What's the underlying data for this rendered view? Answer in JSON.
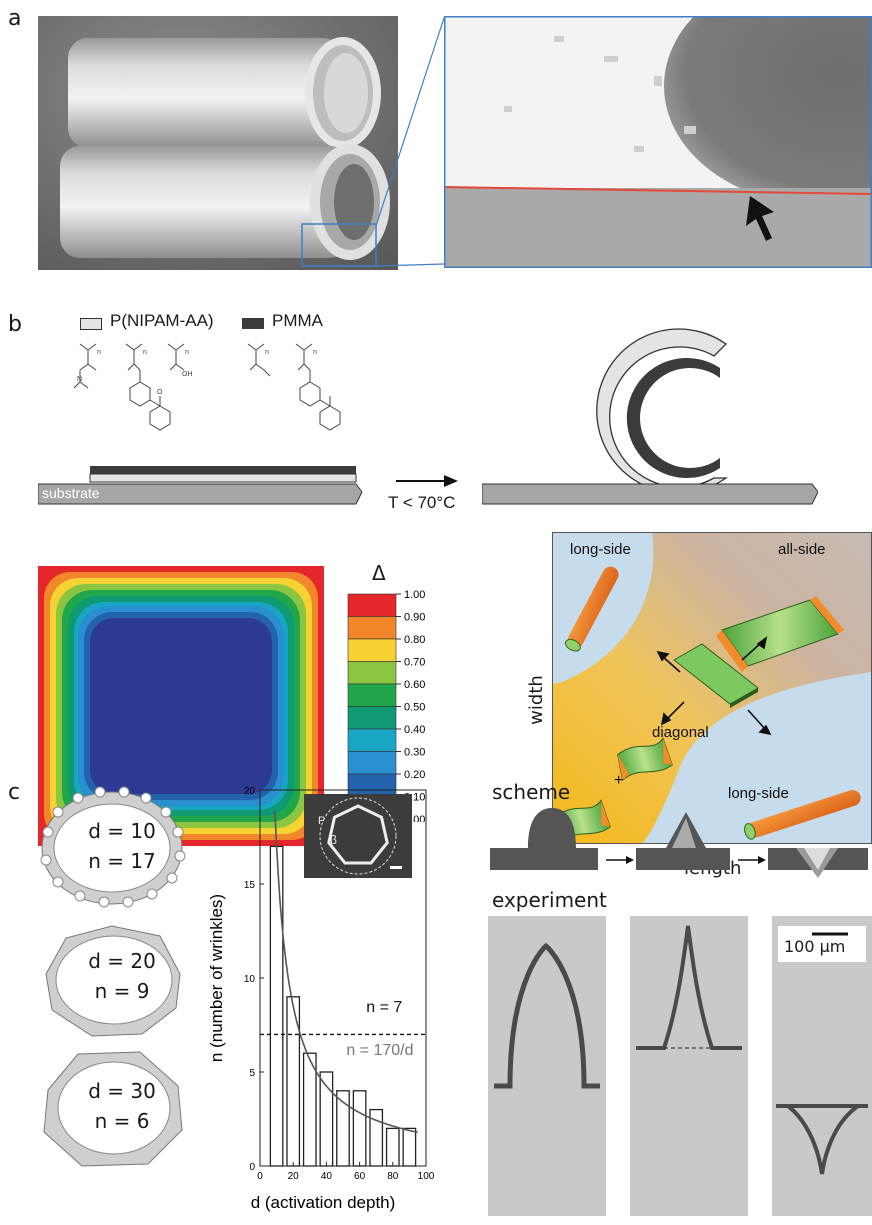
{
  "panel_labels": {
    "a": "a",
    "b": "b",
    "c": "c"
  },
  "legend": {
    "pnipam": "P(NIPAM-AA)",
    "pmma": "PMMA"
  },
  "bilayer": {
    "substrate": "substrate",
    "arrow_label": "T < 70°C"
  },
  "chem": {
    "n1": "n",
    "n2": "n",
    "n3": "n",
    "n4": "n",
    "n5": "n",
    "o": "O",
    "oh": "OH",
    "nh": "N"
  },
  "colorbar": {
    "symbol": "Δ",
    "ticks": [
      "1.00",
      "0.90",
      "0.80",
      "0.70",
      "0.60",
      "0.50",
      "0.40",
      "0.30",
      "0.20",
      "0.10",
      "0.00"
    ],
    "bands": [
      "#e5262b",
      "#f2862a",
      "#f6d232",
      "#8cc540",
      "#21a649",
      "#0f9a73",
      "#19a6c4",
      "#2a8fd1",
      "#2363ae",
      "#2c3a94"
    ]
  },
  "phase": {
    "long_side_top": "long-side",
    "all_side": "all-side",
    "diagonal": "diagonal",
    "plus": "+",
    "long_side_bottom": "long-side",
    "ylabel": "width",
    "xlabel": "length"
  },
  "wrinkles": [
    {
      "d": "d = 10",
      "n": "n = 17"
    },
    {
      "d": "d = 20",
      "n": "n = 9"
    },
    {
      "d": "d = 30",
      "n": "n = 6"
    }
  ],
  "chart_data": {
    "type": "bar",
    "x": [
      10,
      20,
      30,
      40,
      50,
      60,
      70,
      80,
      90
    ],
    "values": [
      17,
      9,
      6,
      5,
      4,
      4,
      3,
      2,
      2
    ],
    "xlim": [
      0,
      100
    ],
    "ylim": [
      0,
      20
    ],
    "xticks": [
      "0",
      "20",
      "40",
      "60",
      "80",
      "100"
    ],
    "yticks": [
      "0",
      "5",
      "10",
      "15",
      "20"
    ],
    "xlabel": "d (activation depth)",
    "ylabel": "n (number of wrinkles)",
    "hline": {
      "value": 7,
      "label": "n = 7"
    },
    "curve": {
      "label": "n = 170/d",
      "k": 170
    },
    "inset_labels": {
      "p": "P",
      "beta": "β"
    }
  },
  "scheme": {
    "title": "scheme",
    "experiment": "experiment",
    "scale": "100 μm"
  }
}
